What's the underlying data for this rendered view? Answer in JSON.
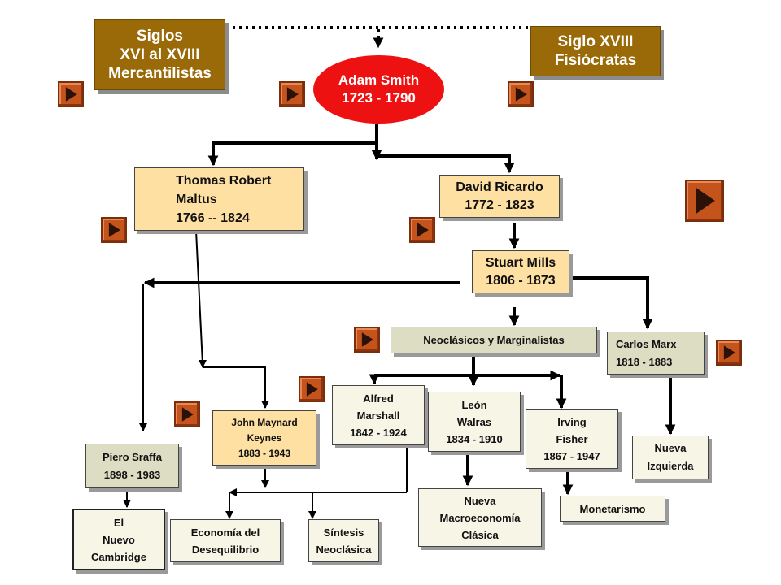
{
  "nodes": {
    "mercantilistas": "Siglos\nXVI al XVIII\nMercantilistas",
    "fisiocratas": "Siglo XVIII\nFisiócratas",
    "smith": "Adam Smith\n1723 - 1790",
    "malthus": "Thomas Robert\nMaltus\n1766 -- 1824",
    "ricardo": "David Ricardo\n1772 - 1823",
    "mills": "Stuart Mills\n1806 - 1873",
    "neoclasicos": "Neoclásicos  y Marginalistas",
    "marx": "Carlos Marx\n1818  -  1883",
    "marshall": "Alfred\nMarshall\n1842  -  1924",
    "walras": "León\nWalras\n1834  -  1910",
    "fisher": "Irving\nFisher\n1867  -  1947",
    "keynes": "John Maynard\nKeynes\n1883 - 1943",
    "sraffa": "Piero Sraffa\n1898  -  1983",
    "nueva_izquierda": "Nueva\nIzquierda",
    "nueva_macro": "Nueva\nMacroeconomía\nClásica",
    "monetarismo": "Monetarismo",
    "cambridge": "El\nNuevo\nCambridge",
    "desequilibrio": "Economía  del\nDesequilibrio",
    "sintesis": "Síntesis\nNeoclásica"
  },
  "colors": {
    "brown": "#9a6a08",
    "red": "#ee1111",
    "tan": "#ffe0a3",
    "gray": "#ddddc4",
    "light": "#f7f5e6",
    "nav": "#c4541c"
  }
}
